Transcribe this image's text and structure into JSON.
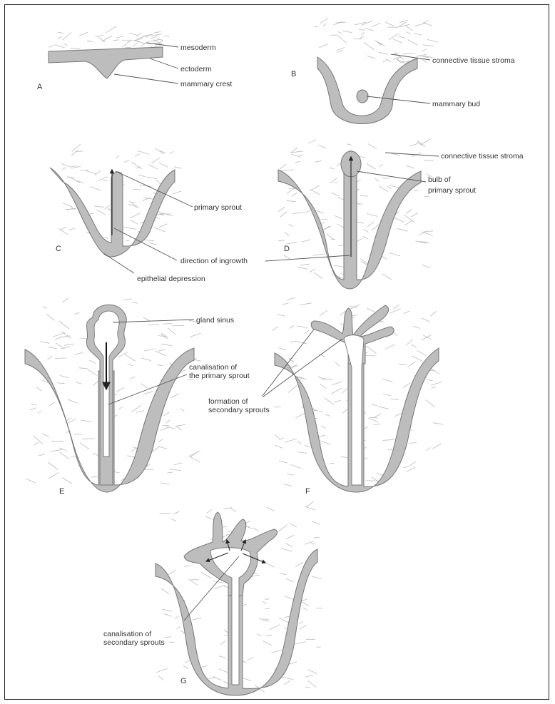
{
  "panels": {
    "A": {
      "letter": "A",
      "labels": [
        "mesoderm",
        "ectoderm",
        "mammary crest"
      ]
    },
    "B": {
      "letter": "B",
      "labels": [
        "connective tissue stroma",
        "mammary bud"
      ]
    },
    "C": {
      "letter": "C",
      "labels": [
        "primary sprout",
        "epithelial depression"
      ]
    },
    "D": {
      "letter": "D",
      "labels": [
        "connective tissue stroma",
        "bulb of",
        "primary sprout"
      ]
    },
    "shared": {
      "direction": "direction of ingrowth"
    },
    "E": {
      "letter": "E",
      "labels": [
        "gland sinus",
        "canalisation of",
        "the primary sprout"
      ]
    },
    "F": {
      "letter": "F",
      "labels": [
        "formation of",
        "secondary sprouts"
      ]
    },
    "G": {
      "letter": "G",
      "labels": [
        "canalisation of",
        "secondary sprouts"
      ]
    }
  },
  "colors": {
    "tissue": "#bdbdbd",
    "outline": "#777777",
    "text": "#333333"
  }
}
